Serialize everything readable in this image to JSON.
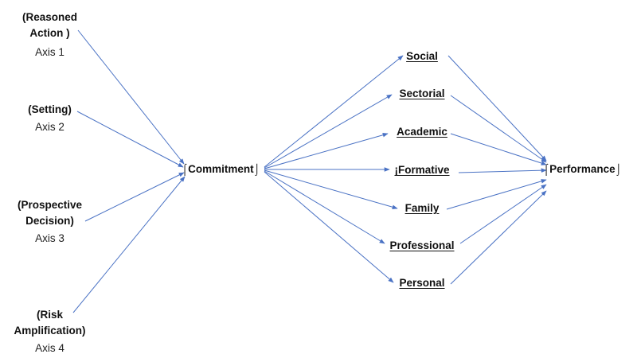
{
  "inputs": [
    {
      "line1": "(Reasoned",
      "line2": "Action )",
      "axis": "Axis 1"
    },
    {
      "line1": "(Setting)",
      "line2": "",
      "axis": "Axis 2"
    },
    {
      "line1": "(Prospective",
      "line2": "Decision)",
      "axis": "Axis 3"
    },
    {
      "line1": "(Risk",
      "line2": "Amplification)",
      "axis": "Axis 4"
    }
  ],
  "center": {
    "label": "⌠Commitment⌡"
  },
  "dimensions": [
    {
      "label": "Social"
    },
    {
      "label": "Sectorial"
    },
    {
      "label": "Academic"
    },
    {
      "label": "¡Formative"
    },
    {
      "label": "Family"
    },
    {
      "label": "Professional"
    },
    {
      "label": "Personal"
    }
  ],
  "output": {
    "label": "⌠Performance⌡"
  },
  "colors": {
    "arrow": "#4a72c4",
    "text": "#111111"
  }
}
